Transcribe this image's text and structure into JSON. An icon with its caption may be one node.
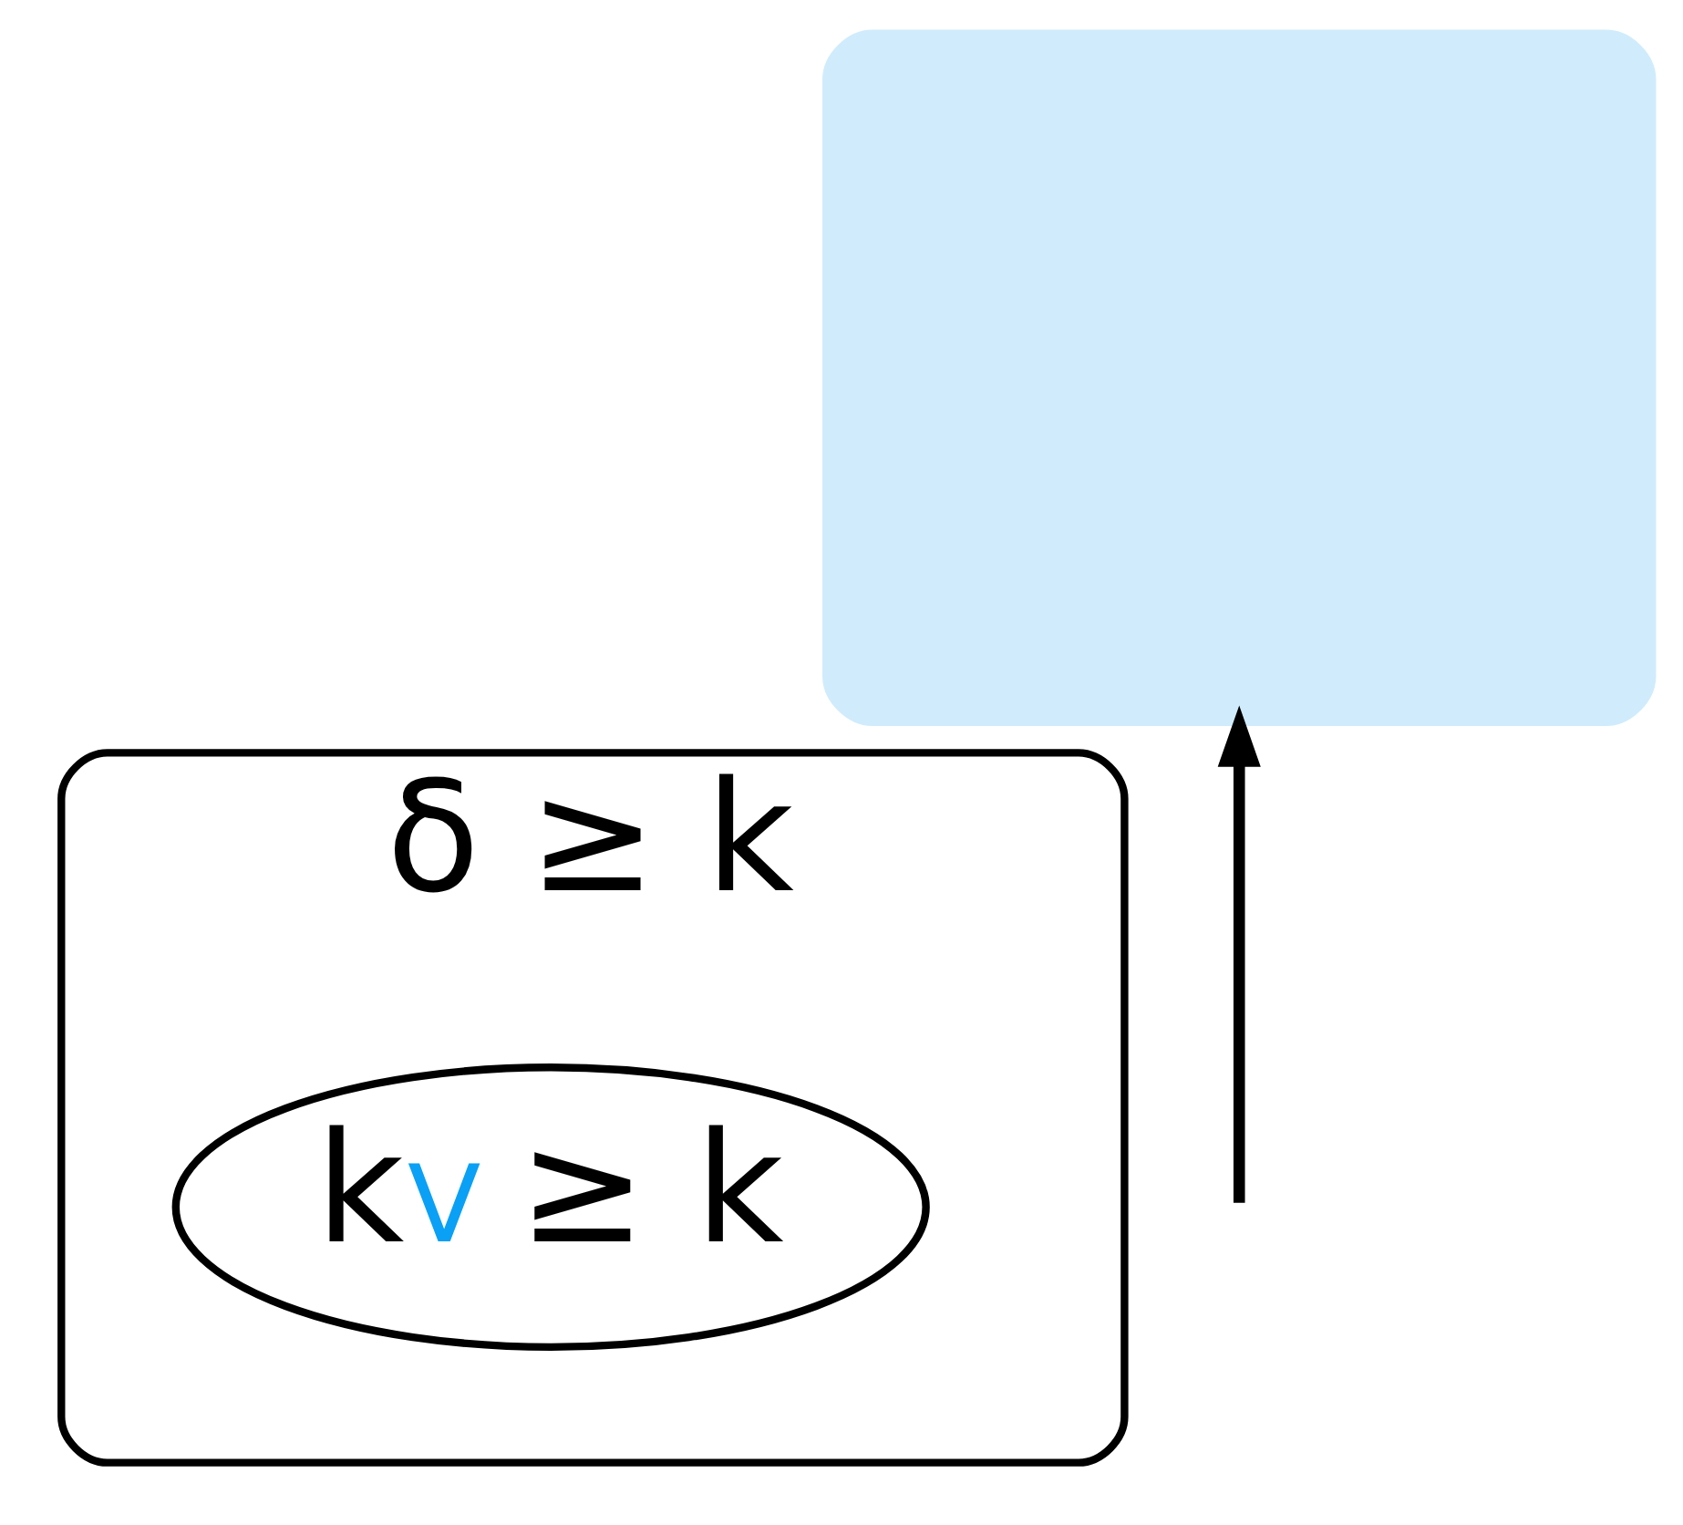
{
  "diagram": {
    "nodes": [
      {
        "text": [
          "δ ≥ k"
        ]
      },
      {
        "text": [
          "k$_{V}$ ≥ k"
        ],
        "in": 0
      },
      {
        "text": [],
        "shape": "box"
      }
    ],
    "edges": [
      {
        "from": null,
        "to": 2,
        "arrow": "to"
      }
    ]
  }
}
